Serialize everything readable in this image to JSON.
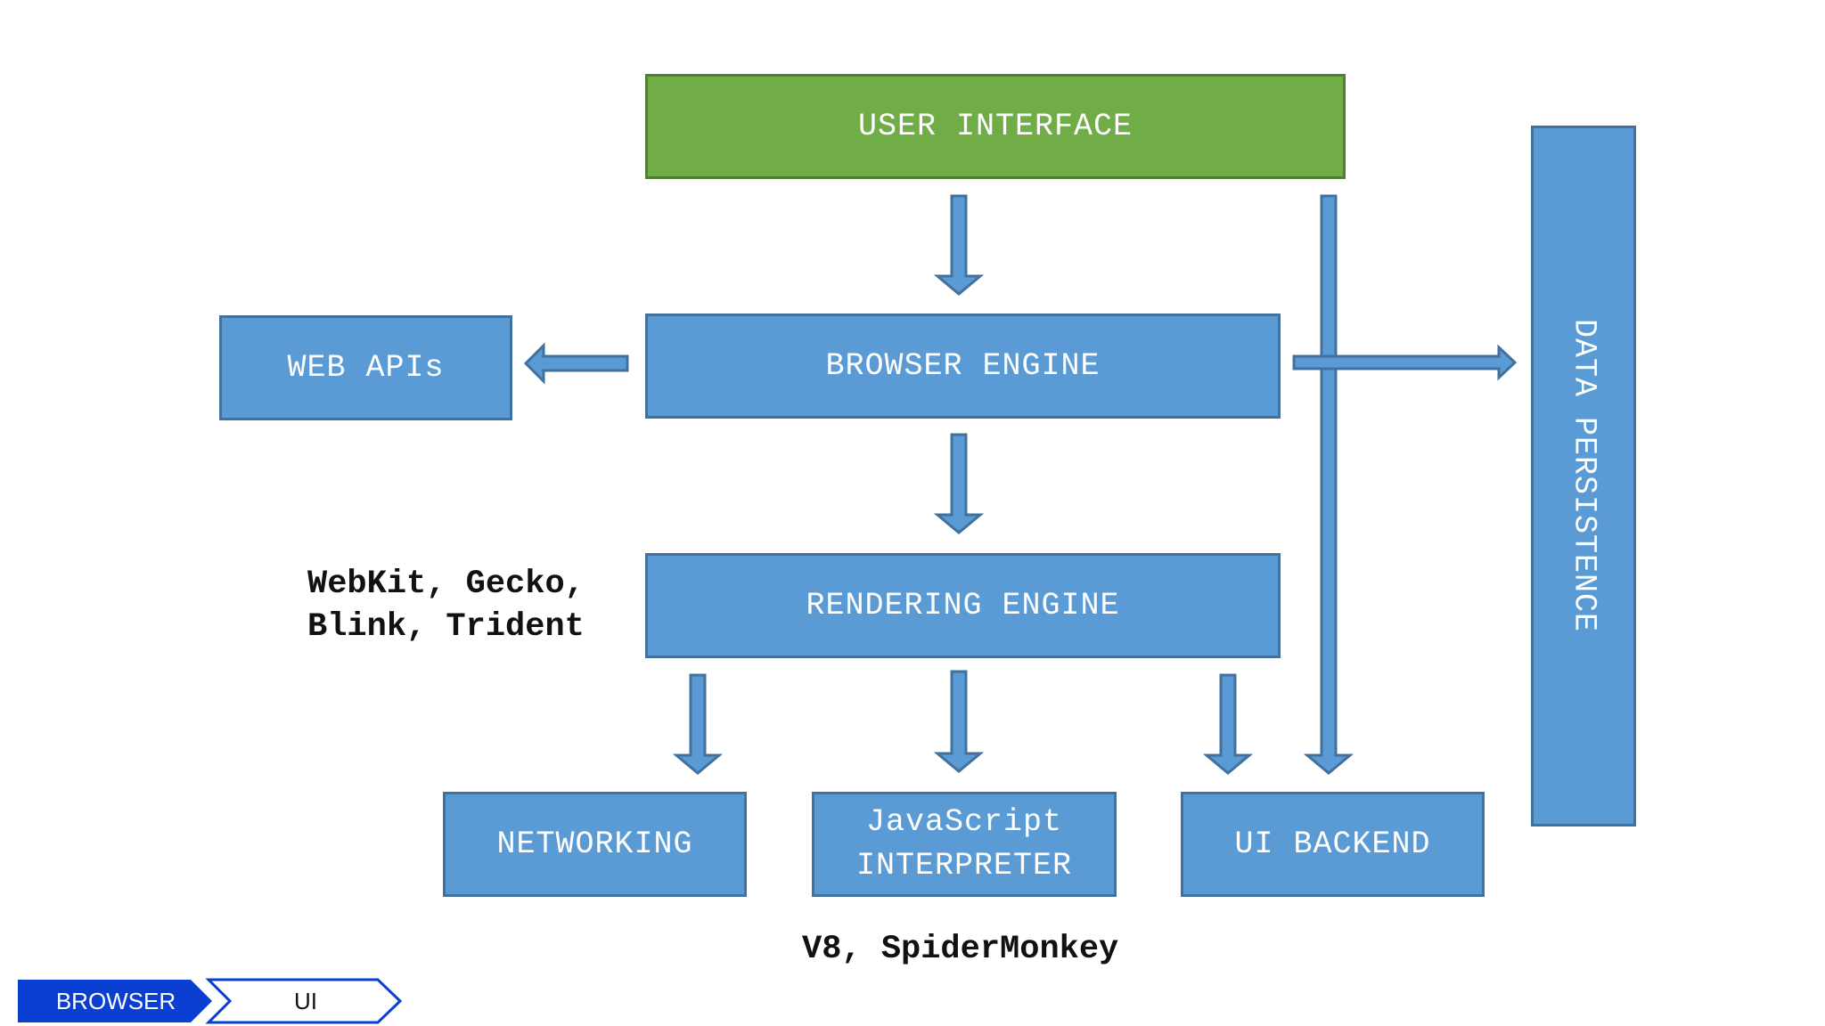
{
  "diagram": {
    "nodes": [
      {
        "id": "user-interface",
        "label": "USER INTERFACE",
        "color": "green"
      },
      {
        "id": "browser-engine",
        "label": "BROWSER ENGINE",
        "color": "blue"
      },
      {
        "id": "web-apis",
        "label": "WEB APIs",
        "color": "blue"
      },
      {
        "id": "rendering-engine",
        "label": "RENDERING ENGINE",
        "color": "blue"
      },
      {
        "id": "networking",
        "label": "NETWORKING",
        "color": "blue"
      },
      {
        "id": "javascript-interpreter",
        "label": "JavaScript\nINTERPRETER",
        "color": "blue"
      },
      {
        "id": "ui-backend",
        "label": "UI BACKEND",
        "color": "blue"
      },
      {
        "id": "data-persistence",
        "label": "DATA PERSISTENCE",
        "color": "blue"
      }
    ],
    "edges": [
      {
        "from": "user-interface",
        "to": "browser-engine"
      },
      {
        "from": "browser-engine",
        "to": "web-apis"
      },
      {
        "from": "browser-engine",
        "to": "data-persistence"
      },
      {
        "from": "browser-engine",
        "to": "rendering-engine"
      },
      {
        "from": "rendering-engine",
        "to": "networking"
      },
      {
        "from": "rendering-engine",
        "to": "javascript-interpreter"
      },
      {
        "from": "rendering-engine",
        "to": "ui-backend"
      },
      {
        "from": "user-interface",
        "to": "ui-backend"
      }
    ],
    "annotations": {
      "rendering_engines": "WebKit, Gecko,\nBlink, Trident",
      "js_engines": "V8, SpiderMonkey"
    }
  },
  "breadcrumb": {
    "items": [
      {
        "label": "BROWSER",
        "active": true
      },
      {
        "label": "UI",
        "active": false
      }
    ]
  },
  "colors": {
    "green": "#70ad47",
    "blue": "#5b9bd5",
    "blue_border": "#41719c",
    "crumb_active": "#0a3fd1"
  }
}
